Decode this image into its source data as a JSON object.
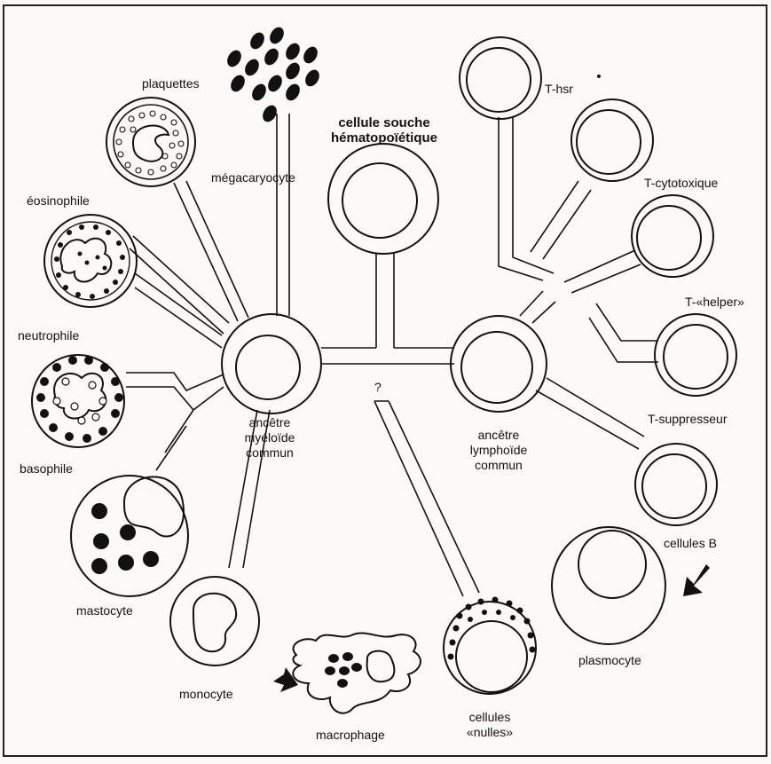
{
  "labels": {
    "stem_line1": "cellule souche",
    "stem_line2": "hématopoïétique",
    "myeloid_line1": "ancêtre",
    "myeloid_line2": "myéloïde",
    "myeloid_line3": "commun",
    "lymphoid_line1": "ancêtre",
    "lymphoid_line2": "lymphoïde",
    "lymphoid_line3": "commun",
    "question": "?",
    "plaquettes": "plaquettes",
    "megacaryocyte": "mégacaryocyte",
    "eosinophile": "éosinophile",
    "neutrophile": "neutrophile",
    "basophile": "basophile",
    "mastocyte": "mastocyte",
    "monocyte": "monocyte",
    "macrophage": "macrophage",
    "nulles_line1": "cellules",
    "nulles_line2": "«nulles»",
    "plasmocyte": "plasmocyte",
    "cellules_b": "cellules B",
    "t_suppresseur": "T-suppresseur",
    "t_helper": "T-«helper»",
    "t_cytotoxique": "T-cytotoxique",
    "t_hsr": "T-hsr"
  }
}
